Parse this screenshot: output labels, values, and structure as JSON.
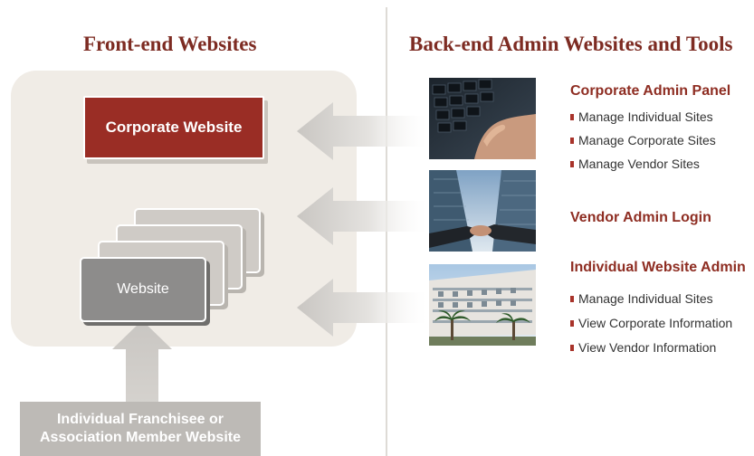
{
  "headings": {
    "front": "Front-end Websites",
    "back": "Back-end Admin Websites and Tools"
  },
  "front_end": {
    "corporate_label": "Corporate Website",
    "website_label": "Website",
    "member_line1": "Individual Franchisee or",
    "member_line2": "Association Member Website"
  },
  "back_end": {
    "corporate_admin": {
      "title": "Corporate Admin Panel",
      "items": [
        "Manage Individual Sites",
        "Manage Corporate Sites",
        "Manage Vendor Sites"
      ]
    },
    "vendor_admin": {
      "title": "Vendor Admin Login"
    },
    "individual_admin": {
      "title": "Individual Website Admin",
      "items": [
        "Manage Individual Sites",
        "View Corporate Information",
        "View Vendor Information"
      ]
    }
  },
  "photos": [
    "keyboard-hand-photo",
    "handshake-skyscraper-photo",
    "building-palm-trees-photo"
  ],
  "colors": {
    "accent": "#9a2d25",
    "panel": "#f0ece6",
    "site_grey": "#8d8c8b",
    "arrow": "#d6d3cf"
  }
}
